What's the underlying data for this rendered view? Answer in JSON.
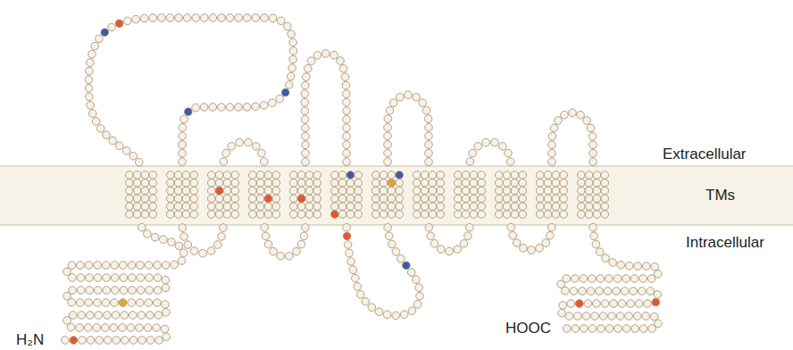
{
  "diagram": {
    "labels": [
      "Extracellular",
      "TMs",
      "Intracellular",
      "H₂N",
      "HOOC"
    ]
  }
}
